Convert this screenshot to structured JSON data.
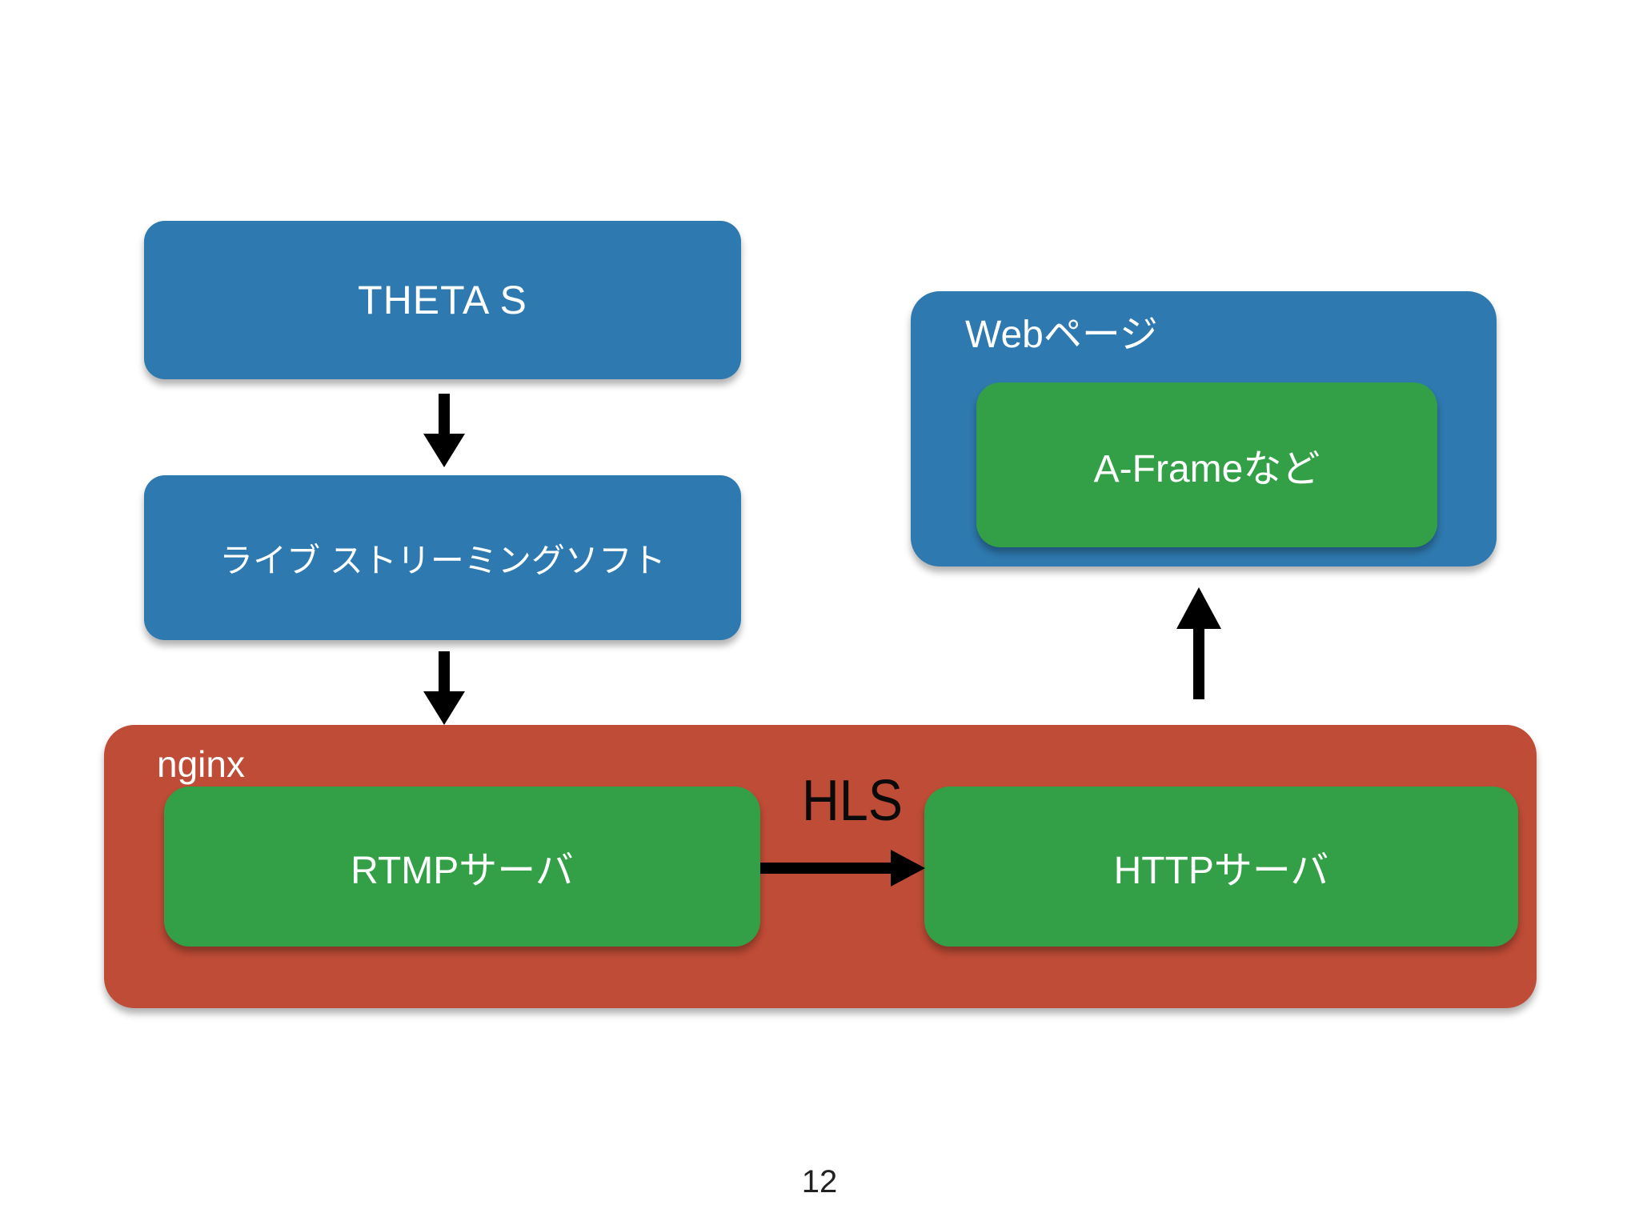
{
  "slide": {
    "page_number": "12"
  },
  "colors": {
    "box_blue": "#2E79AF",
    "box_green": "#33A047",
    "box_red": "#BF4C36",
    "label_light": "#FFFFFF",
    "label_dark": "#0A0A0A",
    "arrow_black": "#000000"
  },
  "nodes": {
    "theta": {
      "label": "THETA S"
    },
    "streaming_software": {
      "label": "ライブ ストリーミングソフト"
    },
    "nginx_container": {
      "label": "nginx"
    },
    "rtmp_server": {
      "label": "RTMPサーバ"
    },
    "http_server": {
      "label": "HTTPサーバ"
    },
    "web_page_container": {
      "label": "Webページ"
    },
    "aframe": {
      "label": "A-Frameなど"
    }
  },
  "edges": {
    "hls": {
      "label": "HLS"
    }
  }
}
